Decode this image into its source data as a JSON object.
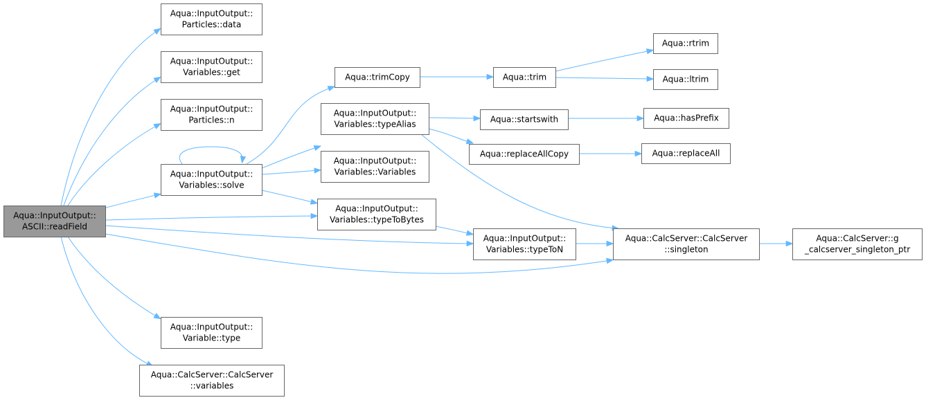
{
  "colors": {
    "edge": "#63b8ff",
    "root_fill": "#999999",
    "node_border": "#666666",
    "node_fill": "#ffffff"
  },
  "nodes": [
    {
      "id": "readField",
      "root": true,
      "lines": [
        "Aqua::InputOutput::",
        "ASCII::readField"
      ]
    },
    {
      "id": "particlesData",
      "lines": [
        "Aqua::InputOutput::",
        "Particles::data"
      ]
    },
    {
      "id": "variablesGet",
      "lines": [
        "Aqua::InputOutput::",
        "Variables::get"
      ]
    },
    {
      "id": "particlesN",
      "lines": [
        "Aqua::InputOutput::",
        "Particles::n"
      ]
    },
    {
      "id": "variablesSolve",
      "lines": [
        "Aqua::InputOutput::",
        "Variables::solve"
      ]
    },
    {
      "id": "variableType",
      "lines": [
        "Aqua::InputOutput::",
        "Variable::type"
      ]
    },
    {
      "id": "calcVariables",
      "lines": [
        "Aqua::CalcServer::CalcServer",
        "::variables"
      ]
    },
    {
      "id": "trimCopy",
      "lines": [
        "Aqua::trimCopy"
      ]
    },
    {
      "id": "typeAlias",
      "lines": [
        "Aqua::InputOutput::",
        "Variables::typeAlias"
      ]
    },
    {
      "id": "variablesCtor",
      "lines": [
        "Aqua::InputOutput::",
        "Variables::Variables"
      ]
    },
    {
      "id": "typeToBytes",
      "lines": [
        "Aqua::InputOutput::",
        "Variables::typeToBytes"
      ]
    },
    {
      "id": "trim",
      "lines": [
        "Aqua::trim"
      ]
    },
    {
      "id": "startswith",
      "lines": [
        "Aqua::startswith"
      ]
    },
    {
      "id": "replaceAllCopy",
      "lines": [
        "Aqua::replaceAllCopy"
      ]
    },
    {
      "id": "typeToN",
      "lines": [
        "Aqua::InputOutput::",
        "Variables::typeToN"
      ]
    },
    {
      "id": "rtrim",
      "lines": [
        "Aqua::rtrim"
      ]
    },
    {
      "id": "ltrim",
      "lines": [
        "Aqua::ltrim"
      ]
    },
    {
      "id": "hasPrefix",
      "lines": [
        "Aqua::hasPrefix"
      ]
    },
    {
      "id": "replaceAll",
      "lines": [
        "Aqua::replaceAll"
      ]
    },
    {
      "id": "singleton",
      "lines": [
        "Aqua::CalcServer::CalcServer",
        "::singleton"
      ]
    },
    {
      "id": "singletonPtr",
      "lines": [
        "Aqua::CalcServer::g",
        "_calcserver_singleton_ptr"
      ]
    }
  ],
  "edges": [
    {
      "from": "readField",
      "to": "particlesData"
    },
    {
      "from": "readField",
      "to": "variablesGet"
    },
    {
      "from": "readField",
      "to": "particlesN"
    },
    {
      "from": "readField",
      "to": "variablesSolve"
    },
    {
      "from": "readField",
      "to": "typeToBytes"
    },
    {
      "from": "readField",
      "to": "typeToN"
    },
    {
      "from": "readField",
      "to": "singleton"
    },
    {
      "from": "readField",
      "to": "variableType"
    },
    {
      "from": "readField",
      "to": "calcVariables"
    },
    {
      "from": "variablesSolve",
      "to": "variablesSolve"
    },
    {
      "from": "variablesSolve",
      "to": "trimCopy"
    },
    {
      "from": "variablesSolve",
      "to": "typeAlias"
    },
    {
      "from": "variablesSolve",
      "to": "variablesCtor"
    },
    {
      "from": "variablesSolve",
      "to": "typeToBytes"
    },
    {
      "from": "trimCopy",
      "to": "trim"
    },
    {
      "from": "trim",
      "to": "rtrim"
    },
    {
      "from": "trim",
      "to": "ltrim"
    },
    {
      "from": "typeAlias",
      "to": "startswith"
    },
    {
      "from": "typeAlias",
      "to": "replaceAllCopy"
    },
    {
      "from": "typeAlias",
      "to": "singleton"
    },
    {
      "from": "startswith",
      "to": "hasPrefix"
    },
    {
      "from": "replaceAllCopy",
      "to": "replaceAll"
    },
    {
      "from": "typeToBytes",
      "to": "typeToN"
    },
    {
      "from": "typeToN",
      "to": "singleton"
    },
    {
      "from": "singleton",
      "to": "singletonPtr"
    }
  ]
}
